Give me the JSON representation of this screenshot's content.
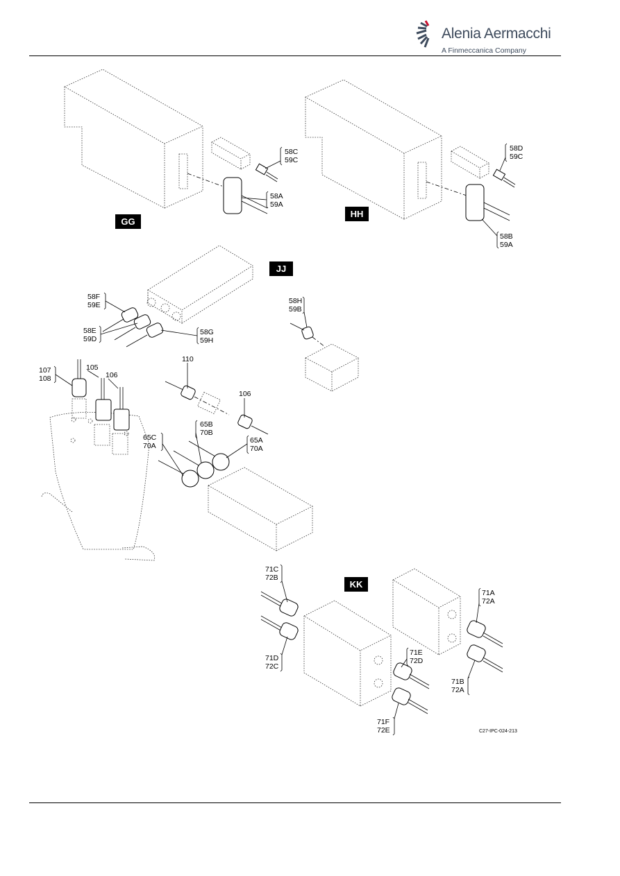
{
  "header": {
    "brand_name": "Alenia Aermacchi",
    "brand_tagline": "A Finmeccanica Company"
  },
  "views": {
    "gg": "GG",
    "hh": "HH",
    "jj": "JJ",
    "kk": "KK"
  },
  "callouts": {
    "gg_58c": [
      "58C",
      "59C"
    ],
    "gg_58a": [
      "58A",
      "59A"
    ],
    "hh_58d": [
      "58D",
      "59C"
    ],
    "hh_58b": [
      "58B",
      "59A"
    ],
    "jj_58f": [
      "58F",
      "59E"
    ],
    "jj_58e": [
      "58E",
      "59D"
    ],
    "jj_58g": [
      "58G",
      "59H"
    ],
    "jj_58h": [
      "58H",
      "59B"
    ],
    "j2_107": [
      "107",
      "108"
    ],
    "j2_105": [
      "105"
    ],
    "j2_106a": [
      "106"
    ],
    "j2_110": [
      "110"
    ],
    "j2_106b": [
      "106"
    ],
    "j2_65b": [
      "65B",
      "70B"
    ],
    "j2_65c": [
      "65C",
      "70A"
    ],
    "j2_65a": [
      "65A",
      "70A"
    ],
    "kk_71c": [
      "71C",
      "72B"
    ],
    "kk_71d": [
      "71D",
      "72C"
    ],
    "kk_71e": [
      "71E",
      "72D"
    ],
    "kk_71f": [
      "71F",
      "72E"
    ],
    "kk_71a": [
      "71A",
      "72A"
    ],
    "kk_71b": [
      "71B",
      "72A"
    ]
  },
  "drawing_ref": "C27-IPC-024-213",
  "colors": {
    "logo_text": "#3d4a5c",
    "logo_accent": "#c8102e",
    "line": "#000000"
  }
}
